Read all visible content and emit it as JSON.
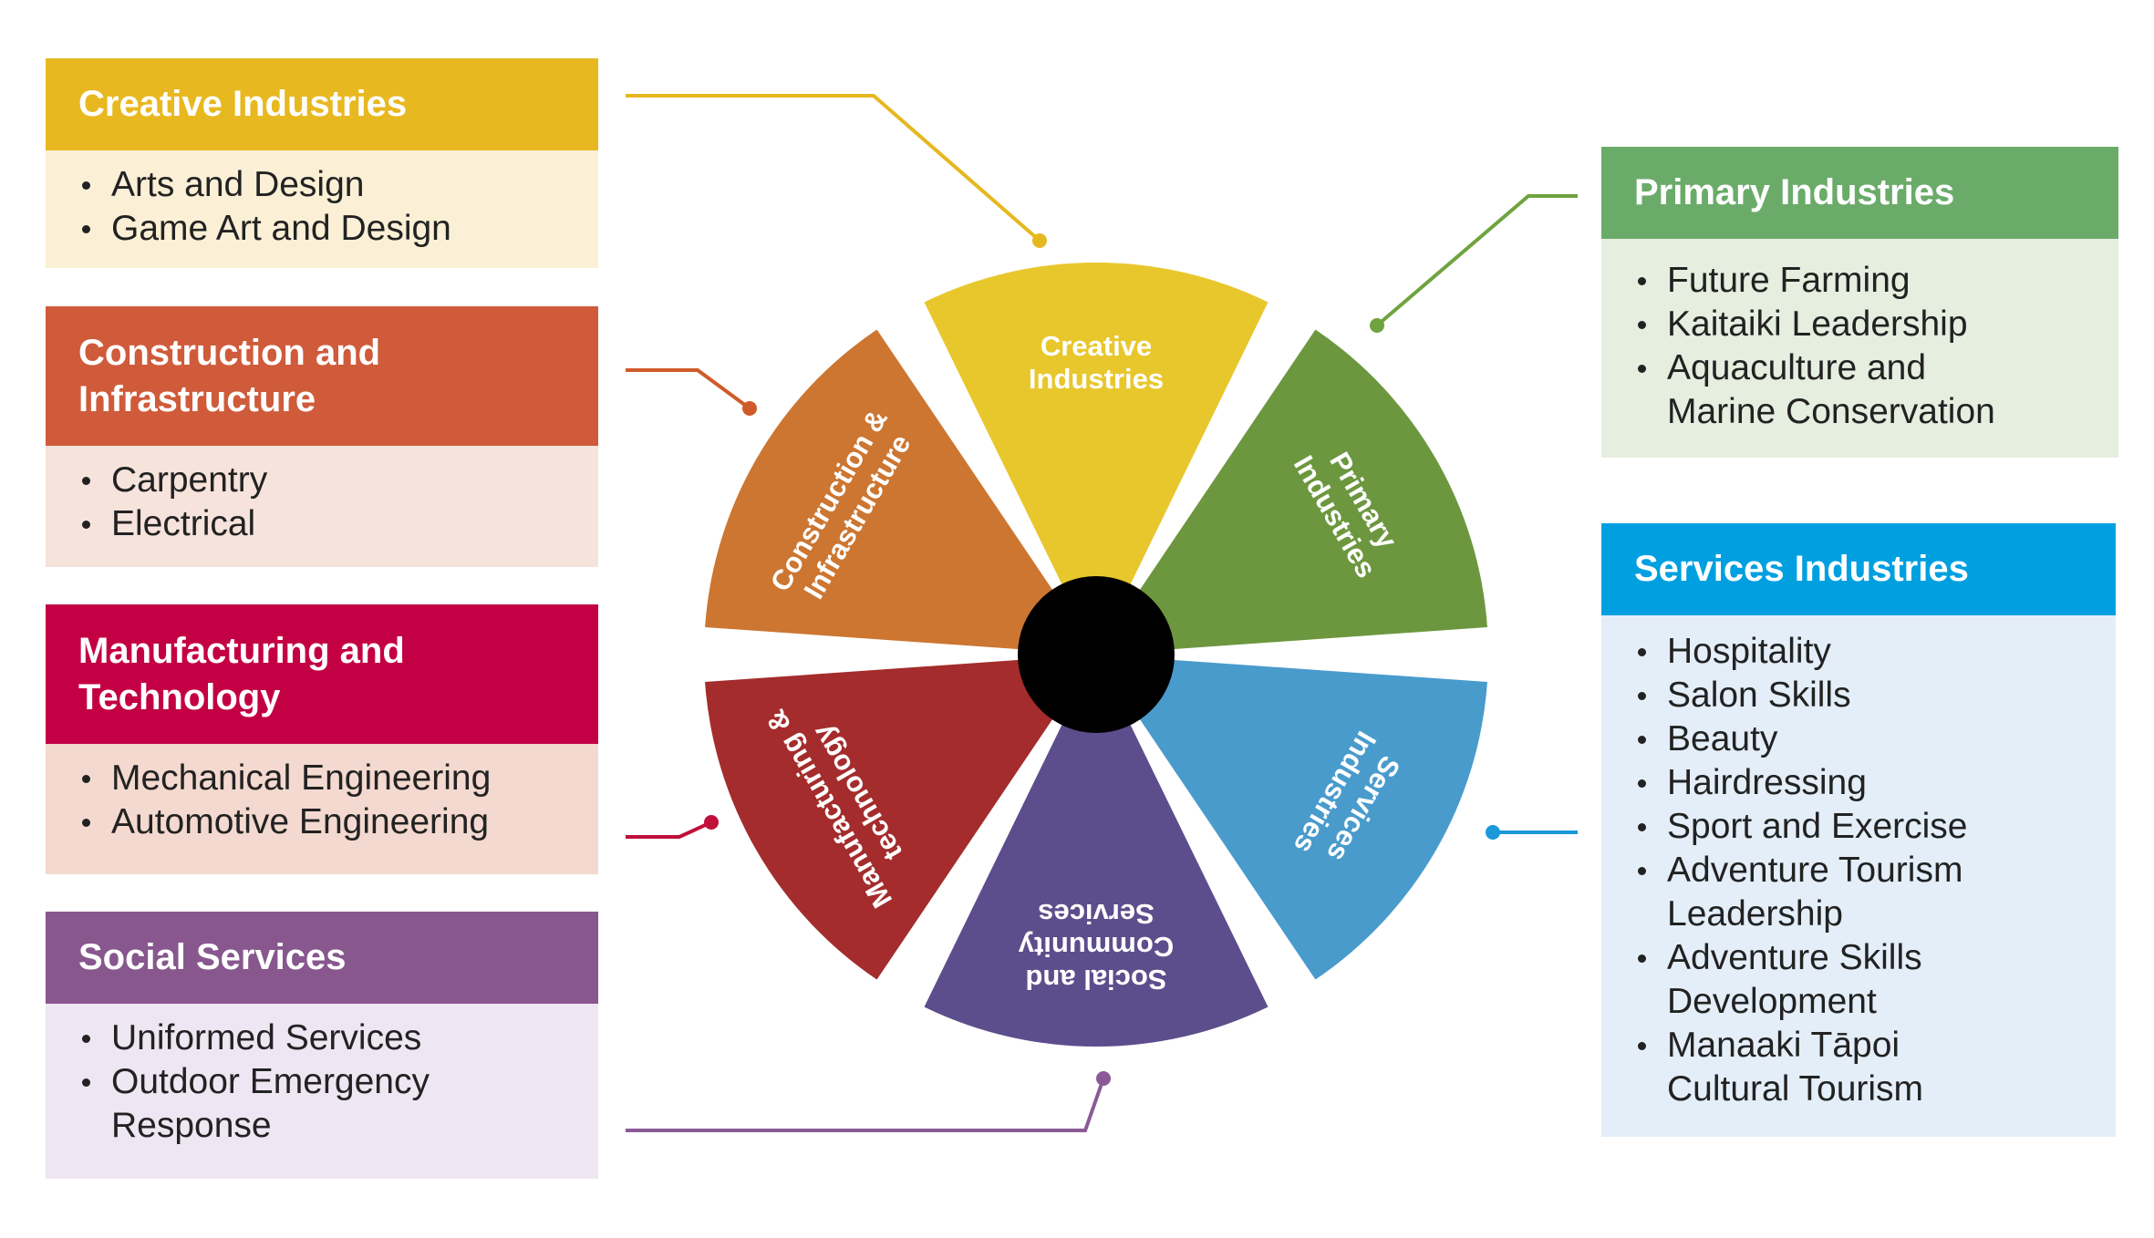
{
  "sectors": [
    {
      "label_lines": [
        "Creative",
        "Industries"
      ],
      "color": "#E6C21A"
    },
    {
      "label_lines": [
        "Primary",
        "Industries"
      ],
      "color": "#5F8E2F"
    },
    {
      "label_lines": [
        "Services",
        "Industries"
      ],
      "color": "#3993C8"
    },
    {
      "label_lines": [
        "Social and",
        "Community",
        "Services"
      ],
      "color": "#4E3F82"
    },
    {
      "label_lines": [
        "Manufacturing &",
        "technology"
      ],
      "color": "#9C1A1A"
    },
    {
      "label_lines": [
        "Construction &",
        "Infrastructure"
      ],
      "color": "#C86A1F"
    }
  ],
  "panels": {
    "creative": {
      "title": "Creative Industries",
      "head_color": "#E8B820",
      "body_color": "#FBF0D6",
      "items": [
        "Arts and Design",
        "Game Art and Design"
      ]
    },
    "construction": {
      "title_lines": [
        "Construction and",
        "Infrastructure"
      ],
      "head_color": "#CF5B3B",
      "body_color": "#F6E3DB",
      "items": [
        "Carpentry",
        "Electrical"
      ]
    },
    "manufacturing": {
      "title_lines": [
        "Manufacturing and",
        "Technology"
      ],
      "head_color": "#C30044",
      "body_color": "#F3D9CF",
      "items": [
        "Mechanical Engineering",
        "Automotive Engineering"
      ]
    },
    "social": {
      "title": "Social Services",
      "head_color": "#87578E",
      "body_color": "#EEE6F2",
      "items": [
        "Uniformed Services",
        "Outdoor Emergency",
        "Response"
      ]
    },
    "primary": {
      "title": "Primary Industries",
      "head_color": "#6BAB6A",
      "body_color": "#E5EEDF",
      "items": [
        "Future Farming",
        "Kaitaiki Leadership",
        "Aquaculture and",
        "Marine Conservation"
      ]
    },
    "services": {
      "title": "Services Industries",
      "head_color": "#00A0E0",
      "body_color": "#E3EEF8",
      "items": [
        "Hospitality",
        "Salon Skills",
        "Beauty",
        "Hairdressing",
        "Sport and Exercise",
        "Adventure Tourism",
        "Leadership",
        "Adventure Skills",
        "Development",
        "Manaaki Tāpoi",
        "Cultural Tourism"
      ]
    }
  },
  "connector_colors": {
    "creative": "#E6B820",
    "construction": "#D05A2A",
    "manufacturing": "#C0103A",
    "social": "#8A5A96",
    "primary": "#6FA33F",
    "services": "#1A9AD8"
  }
}
